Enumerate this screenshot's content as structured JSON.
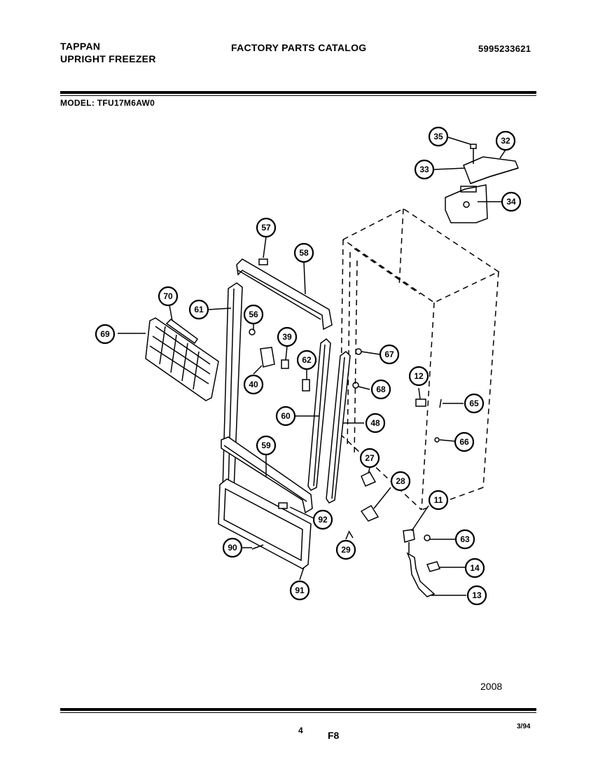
{
  "header": {
    "brand": "TAPPAN",
    "product": "UPRIGHT FREEZER",
    "catalog_title": "FACTORY PARTS CATALOG",
    "catalog_number": "5995233621",
    "model_line": "MODEL:  TFU17M6AW0"
  },
  "callouts": [
    "35",
    "32",
    "33",
    "34",
    "57",
    "58",
    "70",
    "61",
    "56",
    "39",
    "69",
    "62",
    "40",
    "67",
    "12",
    "65",
    "68",
    "60",
    "48",
    "66",
    "59",
    "27",
    "28",
    "11",
    "92",
    "63",
    "90",
    "29",
    "14",
    "13",
    "91"
  ],
  "footer": {
    "figure_number": "2008",
    "page_number": "4",
    "section": "F8",
    "date": "3/94"
  }
}
